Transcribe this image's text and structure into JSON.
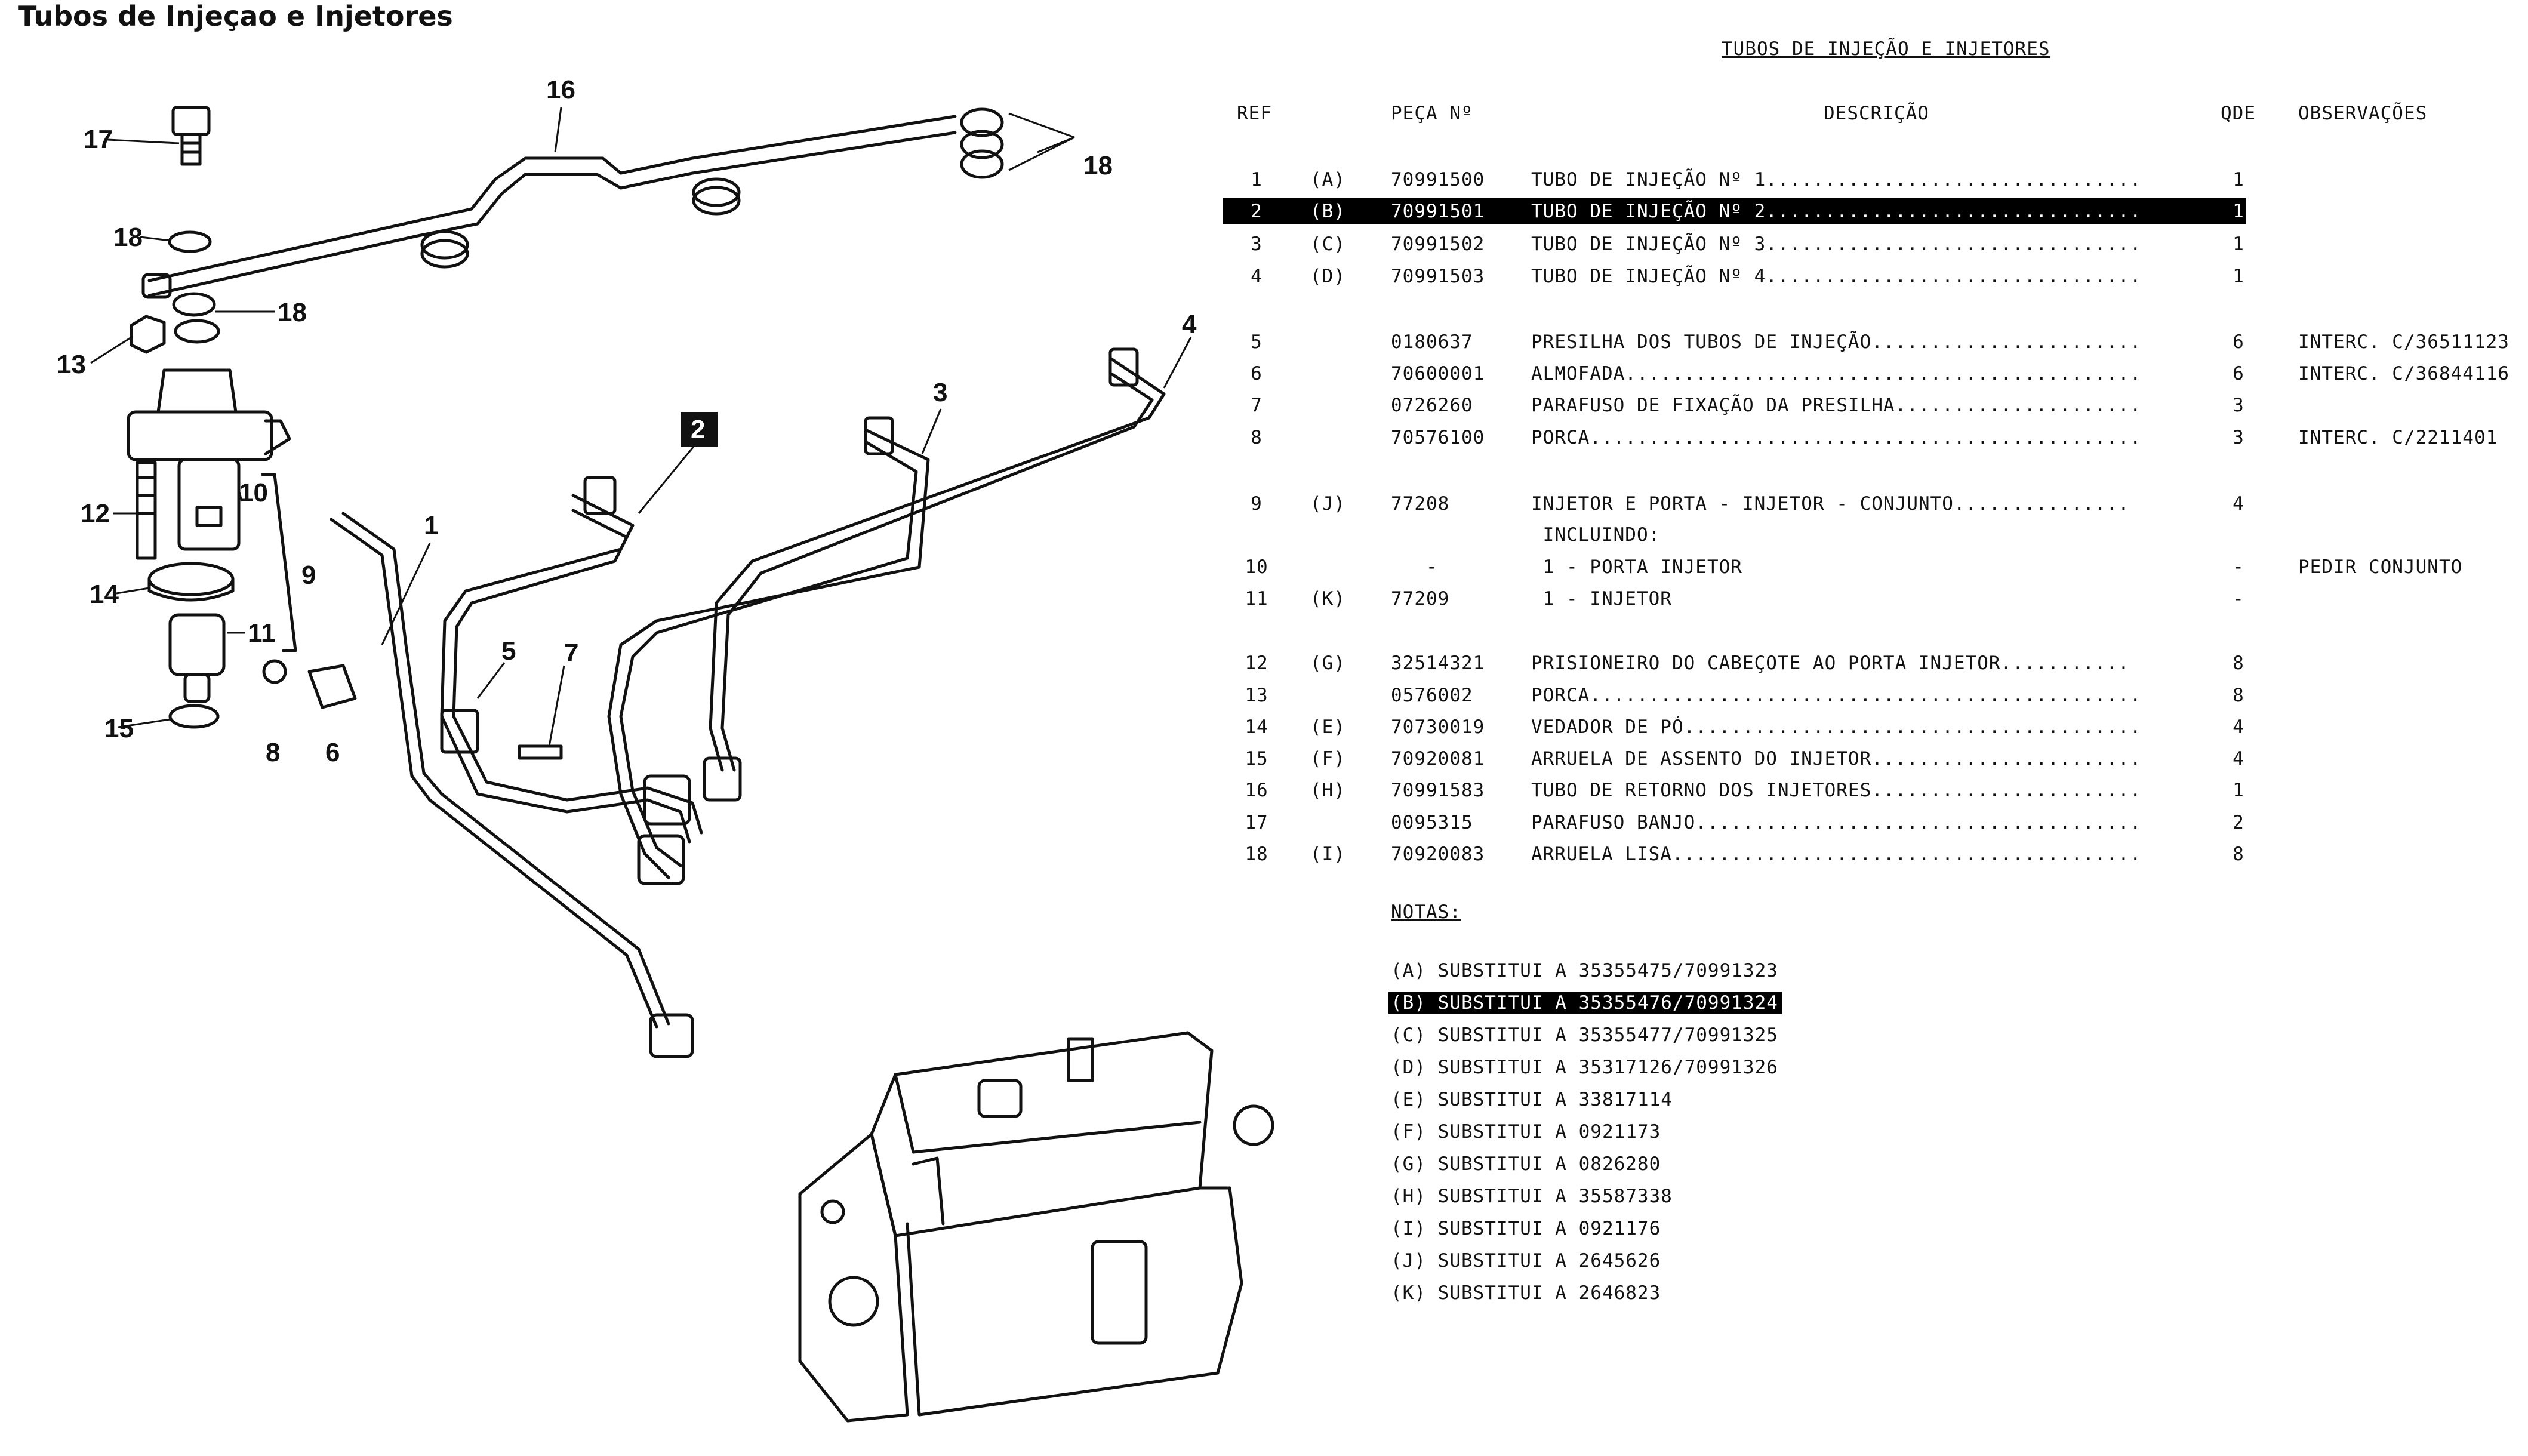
{
  "page_title": "Tubos de Injeçao e Injetores",
  "table": {
    "title": "TUBOS DE INJEÇÃO E INJETORES",
    "headers": {
      "ref": "REF",
      "part": "PEÇA Nº",
      "desc": "DESCRIÇÃO",
      "qty": "QDE",
      "obs": "OBSERVAÇÕES"
    },
    "rows": [
      {
        "ref": "1",
        "letter": "(A)",
        "part": "70991500",
        "desc": "TUBO DE INJEÇÃO Nº 1................................",
        "qty": "1",
        "obs": ""
      },
      {
        "ref": "2",
        "letter": "(B)",
        "part": "70991501",
        "desc": "TUBO DE INJEÇÃO Nº 2................................",
        "qty": "1",
        "obs": "",
        "highlighted": true
      },
      {
        "ref": "3",
        "letter": "(C)",
        "part": "70991502",
        "desc": "TUBO DE INJEÇÃO Nº 3................................",
        "qty": "1",
        "obs": ""
      },
      {
        "ref": "4",
        "letter": "(D)",
        "part": "70991503",
        "desc": "TUBO DE INJEÇÃO Nº 4................................",
        "qty": "1",
        "obs": ""
      },
      {
        "ref": "5",
        "letter": "",
        "part": "0180637",
        "desc": "PRESILHA DOS TUBOS DE INJEÇÃO.......................",
        "qty": "6",
        "obs": "INTERC. C/36511123"
      },
      {
        "ref": "6",
        "letter": "",
        "part": "70600001",
        "desc": "ALMOFADA............................................",
        "qty": "6",
        "obs": "INTERC. C/36844116"
      },
      {
        "ref": "7",
        "letter": "",
        "part": "0726260",
        "desc": "PARAFUSO DE FIXAÇÃO DA PRESILHA.....................",
        "qty": "3",
        "obs": ""
      },
      {
        "ref": "8",
        "letter": "",
        "part": "70576100",
        "desc": "PORCA...............................................",
        "qty": "3",
        "obs": "INTERC. C/2211401"
      },
      {
        "ref": "9",
        "letter": "(J)",
        "part": "77208",
        "desc": "INJETOR E PORTA - INJETOR - CONJUNTO...............",
        "qty": "4",
        "obs": ""
      },
      {
        "ref": "",
        "letter": "",
        "part": "",
        "desc": " INCLUINDO:",
        "qty": "",
        "obs": ""
      },
      {
        "ref": "10",
        "letter": "",
        "part": "   -",
        "desc": " 1 - PORTA INJETOR",
        "qty": "-",
        "obs": "PEDIR CONJUNTO"
      },
      {
        "ref": "11",
        "letter": "(K)",
        "part": "77209",
        "desc": " 1 - INJETOR",
        "qty": "-",
        "obs": ""
      },
      {
        "ref": "12",
        "letter": "(G)",
        "part": "32514321",
        "desc": "PRISIONEIRO DO CABEÇOTE AO PORTA INJETOR...........",
        "qty": "8",
        "obs": ""
      },
      {
        "ref": "13",
        "letter": "",
        "part": "0576002",
        "desc": "PORCA...............................................",
        "qty": "8",
        "obs": ""
      },
      {
        "ref": "14",
        "letter": "(E)",
        "part": "70730019",
        "desc": "VEDADOR DE PÓ.......................................",
        "qty": "4",
        "obs": ""
      },
      {
        "ref": "15",
        "letter": "(F)",
        "part": "70920081",
        "desc": "ARRUELA DE ASSENTO DO INJETOR.......................",
        "qty": "4",
        "obs": ""
      },
      {
        "ref": "16",
        "letter": "(H)",
        "part": "70991583",
        "desc": "TUBO DE RETORNO DOS INJETORES.......................",
        "qty": "1",
        "obs": ""
      },
      {
        "ref": "17",
        "letter": "",
        "part": "0095315",
        "desc": "PARAFUSO BANJO......................................",
        "qty": "2",
        "obs": ""
      },
      {
        "ref": "18",
        "letter": "(I)",
        "part": "70920083",
        "desc": "ARRUELA LISA........................................",
        "qty": "8",
        "obs": ""
      }
    ]
  },
  "notes": {
    "title": "NOTAS:",
    "items": [
      {
        "text": "(A) SUBSTITUI A 35355475/70991323"
      },
      {
        "text": "(B) SUBSTITUI A 35355476/70991324",
        "highlighted": true
      },
      {
        "text": "(C) SUBSTITUI A 35355477/70991325"
      },
      {
        "text": "(D) SUBSTITUI A 35317126/70991326"
      },
      {
        "text": "(E) SUBSTITUI A 33817114"
      },
      {
        "text": "(F) SUBSTITUI A 0921173"
      },
      {
        "text": "(G) SUBSTITUI A 0826280"
      },
      {
        "text": "(H) SUBSTITUI A 35587338"
      },
      {
        "text": "(I) SUBSTITUI A 0921176"
      },
      {
        "text": "(J) SUBSTITUI A 2645626"
      },
      {
        "text": "(K) SUBSTITUI A 2646823"
      }
    ]
  },
  "diagram": {
    "callouts": {
      "c1": "1",
      "c2": "2",
      "c3": "3",
      "c4": "4",
      "c5": "5",
      "c6": "6",
      "c7": "7",
      "c8": "8",
      "c9": "9",
      "c10": "10",
      "c11": "11",
      "c12": "12",
      "c13": "13",
      "c14": "14",
      "c15": "15",
      "c16": "16",
      "c17": "17",
      "c18a": "18",
      "c18b": "18",
      "c18c": "18"
    }
  }
}
